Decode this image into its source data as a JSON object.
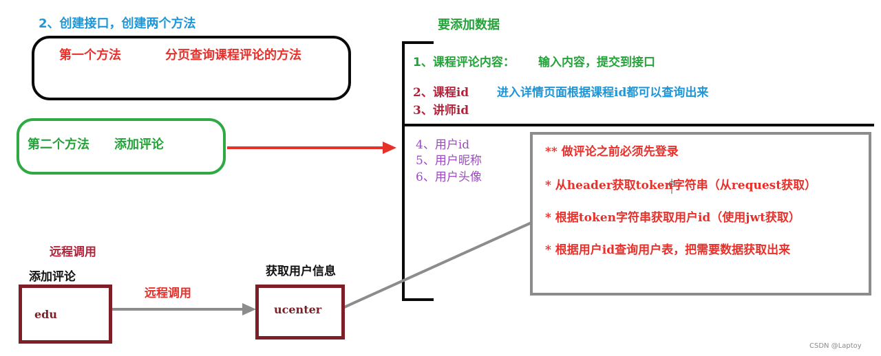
{
  "title": "2、创建接口，创建两个方法",
  "method1": {
    "name": "第一个方法",
    "desc": "分页查询课程评论的方法"
  },
  "method2": {
    "name": "第二个方法",
    "desc": "添加评论"
  },
  "data_section": {
    "title": "要添加数据",
    "item1": "1、课程评论内容：",
    "item1_note": "输入内容，提交到接口",
    "item2": "2、课程id",
    "item2_note": "进入详情页面根据课程id都可以查询出来",
    "item3": "3、讲师id",
    "item4": "4、用户id",
    "item5": "5、用户昵称",
    "item6": "6、用户头像"
  },
  "steps": [
    "** 做评论之前必须先登录",
    "* 从header获取token字符串（从request获取）",
    "* 根据token字符串获取用户id（使用jwt获取）",
    "* 根据用户id查询用户表，把需要数据获取出来"
  ],
  "remote": {
    "label_top": "远程调用",
    "left_label": "添加评论",
    "right_label": "获取用户信息",
    "arrow_label": "远程调用",
    "left_box": "edu",
    "right_box": "ucenter"
  },
  "credit": "CSDN @Laptoy",
  "colors": {
    "blue": "#1c96d8",
    "red": "#e8302b",
    "green": "#25a23a",
    "darkred": "#7e1f28",
    "purple": "#9a4bc0",
    "gray": "#8c8c8c"
  }
}
